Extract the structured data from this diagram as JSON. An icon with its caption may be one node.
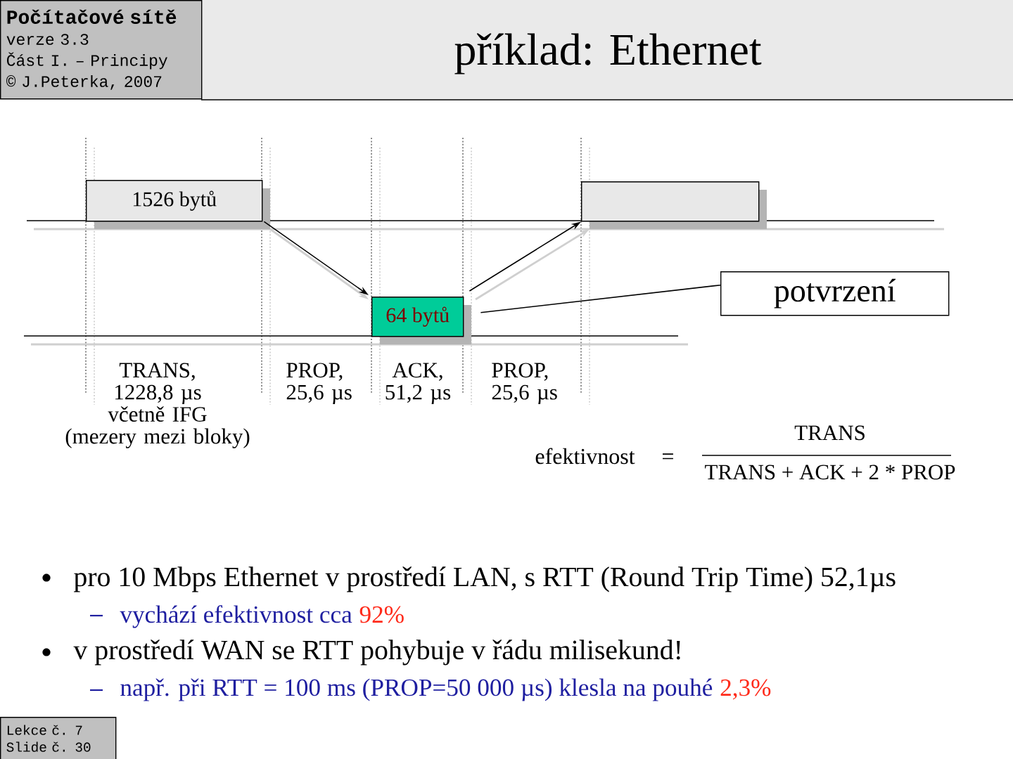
{
  "diagram": {
    "title": "příklad: Ethernet",
    "nodes": [
      {
        "text": [
          "Počítačové sítě",
          "verze 3.3",
          "Část I. – Principy",
          "© J.Peterka, 2007"
        ]
      },
      {
        "text": [
          "1526 bytů"
        ]
      },
      {
        "text": [
          "64 bytů"
        ]
      },
      {
        "text": [],
        "shape": "box"
      },
      {
        "text": [
          "potvrzení"
        ]
      },
      {
        "text": [
          "Lekce č. 7",
          "Slide č. 30"
        ]
      }
    ],
    "edges": [
      {
        "from": 1,
        "to": 2,
        "arrow": "to"
      },
      {
        "from": 2,
        "to": 3,
        "arrow": "to"
      },
      {
        "from": 4,
        "to": 2,
        "arrow": "none"
      }
    ],
    "labels": [
      "TRANS, 1228,8 µs včetně IFG (mezery mezi bloky)",
      "PROP, 25,6 µs",
      "ACK, 51,2 µs",
      "PROP, 25,6 µs",
      "efektivnost",
      "=",
      "TRANS",
      "TRANS + ACK + 2 * PROP",
      "pro 10 Mbps Ethernet v prostředí LAN, s RTT (Round Trip Time) 52,1µs",
      "vychází efektivnost cca",
      "92%",
      "v prostředí WAN se RTT pohybuje v řádu milisekund!",
      "např. při RTT = 100 ms (PROP=50 000 µs) klesla na pouhé",
      "2,3%"
    ]
  }
}
